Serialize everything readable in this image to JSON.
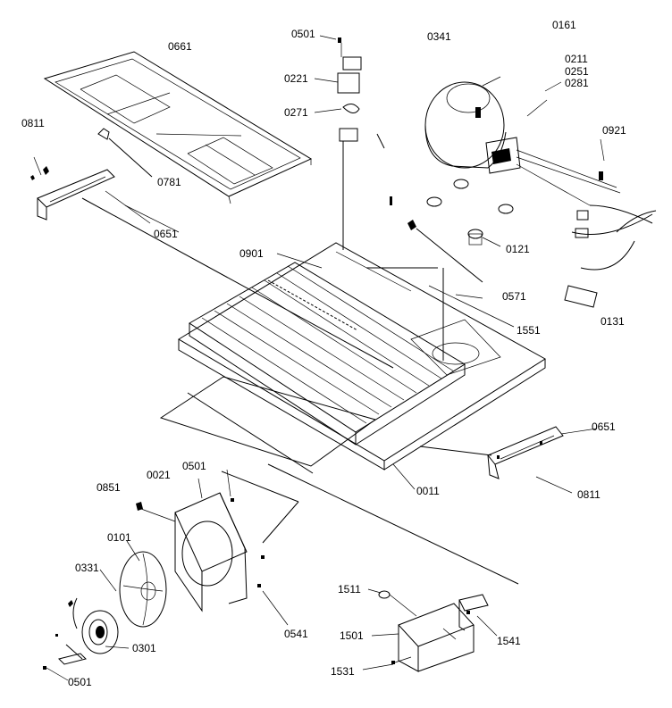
{
  "labels": {
    "l0501_top": "0501",
    "l0341": "0341",
    "l0161": "0161",
    "l0661": "0661",
    "l0221": "0221",
    "l0211": "0211",
    "l0251": "0251",
    "l0281": "0281",
    "l0271": "0271",
    "l0811_left": "0811",
    "l0921": "0921",
    "l0781": "0781",
    "l0651_left": "0651",
    "l0121": "0121",
    "l0901": "0901",
    "l0571": "0571",
    "l1551": "1551",
    "l0131": "0131",
    "l0651_right": "0651",
    "l0011": "0011",
    "l0811_right": "0811",
    "l0021": "0021",
    "l0501_mid": "0501",
    "l0851": "0851",
    "l0101": "0101",
    "l0331": "0331",
    "l0541": "0541",
    "l1511": "1511",
    "l1501": "1501",
    "l1541": "1541",
    "l0301": "0301",
    "l1531": "1531",
    "l0501_bottom": "0501"
  }
}
